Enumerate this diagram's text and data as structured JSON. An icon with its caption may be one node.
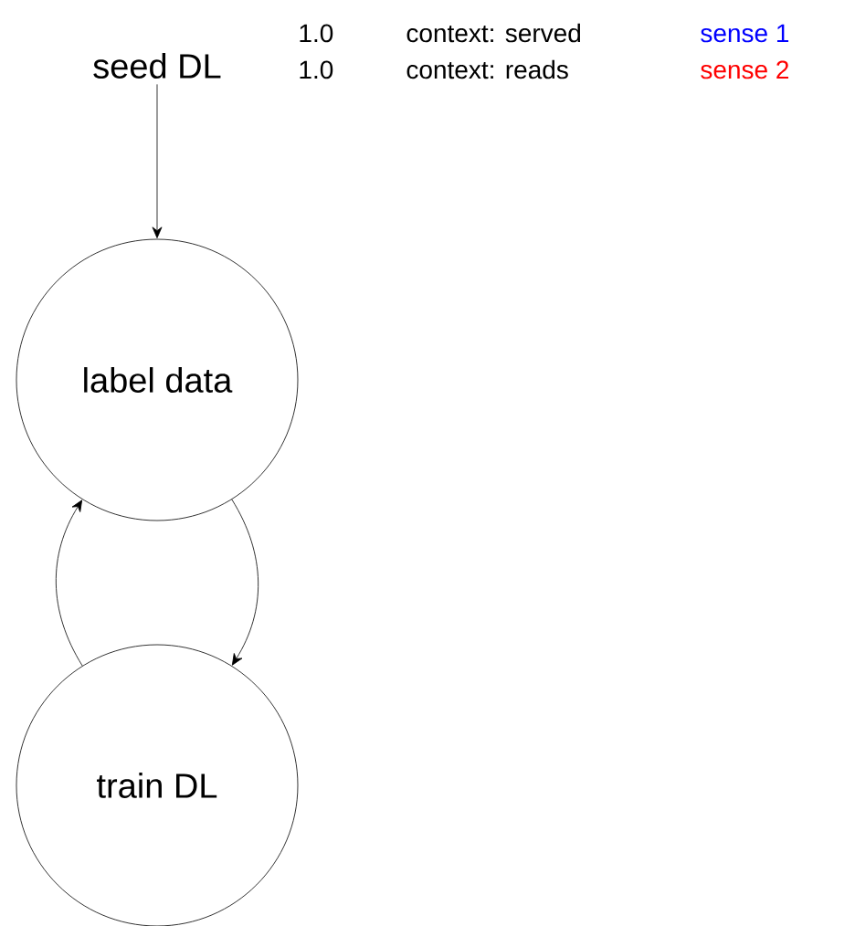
{
  "diagram": {
    "nodes": [
      {
        "text": [
          "seed DL"
        ]
      },
      {
        "text": [
          "label data"
        ]
      },
      {
        "text": [
          "train DL"
        ]
      }
    ],
    "edges": [
      {
        "from": 0,
        "to": 1,
        "arrow": "to"
      },
      {
        "from": 1,
        "to": 2,
        "arrow": "to"
      },
      {
        "from": 2,
        "to": 1,
        "arrow": "to"
      }
    ],
    "labels": [
      "1.0",
      "context: served",
      "sense 1",
      "1.0",
      "context: reads",
      "sense 2"
    ]
  }
}
